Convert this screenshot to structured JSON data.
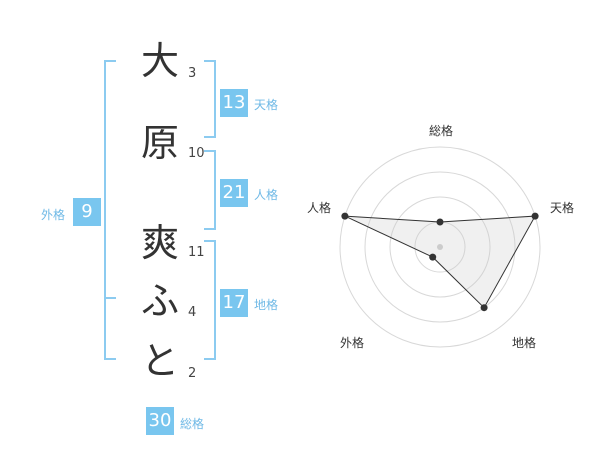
{
  "name_chars": [
    {
      "char": "大",
      "strokes": "3"
    },
    {
      "char": "原",
      "strokes": "10"
    },
    {
      "char": "爽",
      "strokes": "11"
    },
    {
      "char": "ふ",
      "strokes": "4"
    },
    {
      "char": "と",
      "strokes": "2"
    }
  ],
  "fortunes": {
    "tenkaku": {
      "label": "天格",
      "value": "13"
    },
    "jinkaku": {
      "label": "人格",
      "value": "21"
    },
    "chikaku": {
      "label": "地格",
      "value": "17"
    },
    "gaikaku": {
      "label": "外格",
      "value": "9"
    },
    "soukaku": {
      "label": "総格",
      "value": "30"
    }
  },
  "colors": {
    "accent": "#79c6ef",
    "bracket": "#8ccbf0",
    "text": "#333333"
  },
  "chart_data": {
    "type": "radar",
    "axes": [
      "総格",
      "天格",
      "地格",
      "外格",
      "人格"
    ],
    "values": [
      1,
      4,
      3,
      0.5,
      4
    ],
    "max": 4,
    "rings": 4
  }
}
